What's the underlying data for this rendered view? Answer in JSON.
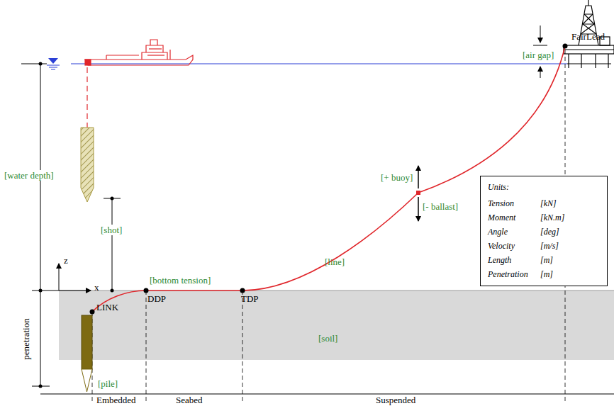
{
  "diagram": {
    "nodes": [
      {
        "text": [
          "Units:",
          "Tension",
          "[kN]",
          "Moment",
          "[kN.m]",
          "Angle",
          "[deg]",
          "Velocity",
          "[m/s]",
          "Length",
          "[m]",
          "Penetration",
          "[m]"
        ]
      }
    ],
    "labels": [
      "FairLead",
      "[air gap]",
      "[water depth]",
      "[+ buoy]",
      "[- ballast]",
      "[shot]",
      "z",
      "x",
      "[bottom tension]",
      "DDP",
      "TDP",
      "[line]",
      "LINK",
      "[soil]",
      "penetration",
      "[pile]",
      "Embedded",
      "Seabed",
      "Suspended"
    ]
  }
}
